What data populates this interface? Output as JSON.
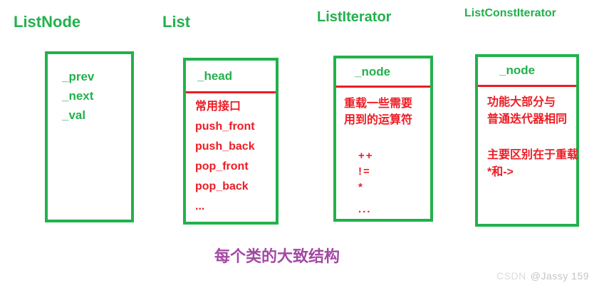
{
  "caption": "每个类的大致结构",
  "watermark": {
    "brand": "CSDN",
    "user": "@Jassy 159"
  },
  "colors": {
    "green": "#22B14C",
    "red": "#ED1C24",
    "purple": "#A349A4",
    "watermark_brand": "#DCDCDC",
    "watermark_user": "#C4C4C4"
  },
  "classes": [
    {
      "title": "ListNode",
      "members": [
        "_prev",
        "_next",
        "_val"
      ]
    },
    {
      "title": "List",
      "header": "_head",
      "items": [
        "常用接口",
        "push_front",
        "push_back",
        "pop_front",
        "pop_back",
        "..."
      ]
    },
    {
      "title": "ListIterator",
      "header": "_node",
      "notes": [
        "重载一些需要",
        "用到的运算符"
      ],
      "operators": [
        "++",
        "!=",
        "*",
        "..."
      ]
    },
    {
      "title": "ListConstIterator",
      "header": "_node",
      "notes": [
        "功能大部分与",
        "普通迭代器相同"
      ],
      "notes2": [
        "主要区别在于重载",
        "*和->"
      ]
    }
  ]
}
